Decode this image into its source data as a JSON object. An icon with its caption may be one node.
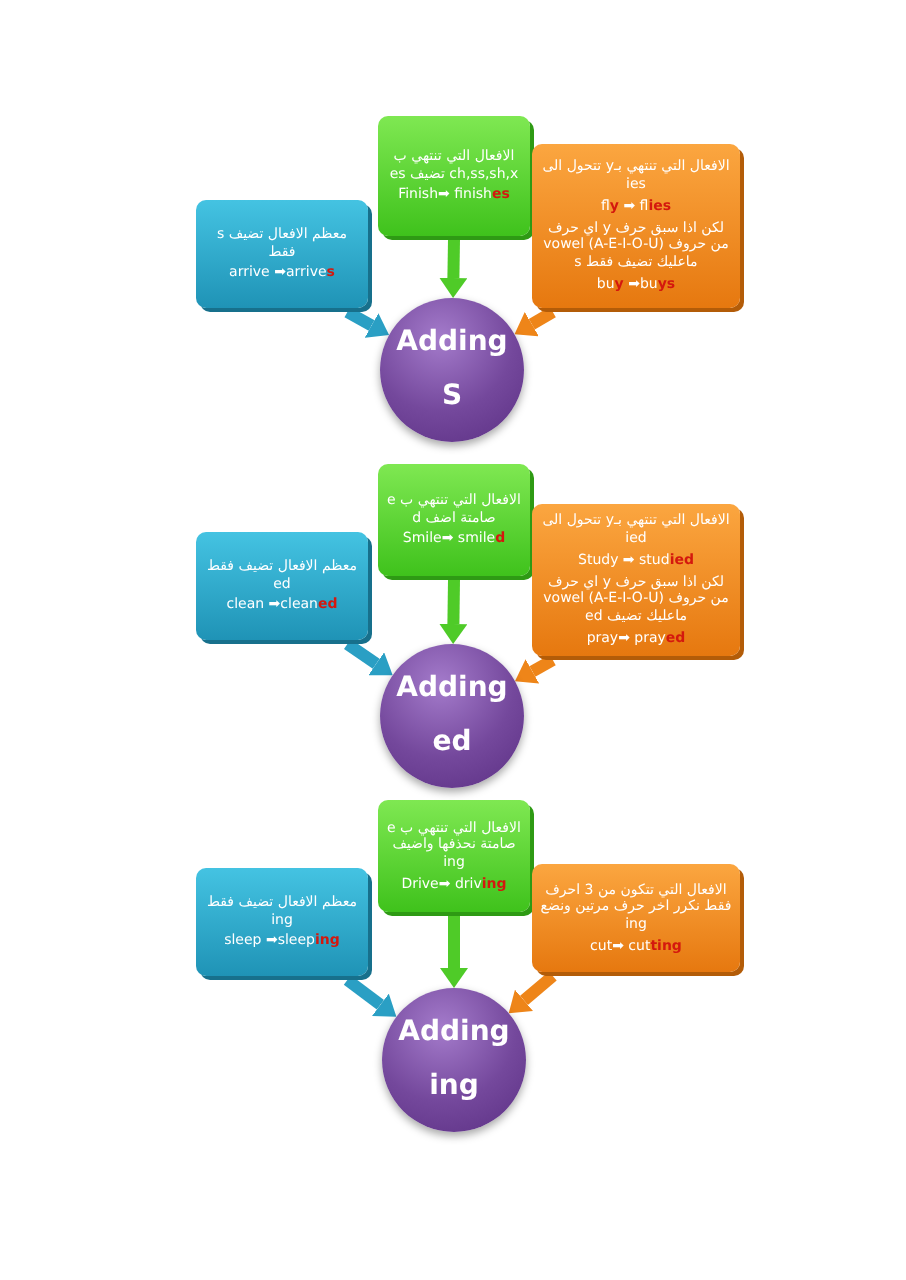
{
  "diagram": {
    "nodes": [
      {
        "text": [
          "الافعال التي تنتهي ب ch,ss,sh,x تضيف es",
          "Finish➡ finish**es**"
        ]
      },
      {
        "text": [
          "معظم الافعال تضيف s فقط",
          "arrive ➡arrive**s**"
        ]
      },
      {
        "text": [
          "الافعال التي تنتهي بـy تتحول الى ies",
          "fl**y** ➡ fl**ies**",
          "لكن اذا سبق حرف y اي حرف من حروف vowel (A-E-I-O-U) ماعليك تضيف فقط s",
          "bu**y** ➡bu**ys**"
        ]
      },
      {
        "text": [
          "Adding S"
        ]
      },
      {
        "text": [
          "الافعال التي تنتهي ب e صامتة اضف d",
          "Smile➡ smile**d**"
        ]
      },
      {
        "text": [
          "معظم الافعال تضيف فقط ed",
          "clean ➡clean**ed**"
        ]
      },
      {
        "text": [
          "الافعال التي تنتهي بـy تتحول الى ied",
          "Study ➡ stud**ied**",
          "لكن اذا سبق حرف y اي حرف من حروف vowel (A-E-I-O-U) ماعليك تضيف ed",
          "pray➡ pray**ed**"
        ]
      },
      {
        "text": [
          "Adding ed"
        ]
      },
      {
        "text": [
          "الافعال التي تنتهي ب e صامتة نحذفها واضيف ing",
          "Drive➡ driv**ing**"
        ]
      },
      {
        "text": [
          "معظم الافعال تضيف فقط ing",
          "sleep ➡sleep**ing**"
        ]
      },
      {
        "text": [
          "الافعال التي تتكون من 3 احرف فقط نكرر اخر حرف مرتين ونضع ing",
          "cut➡ cut**ting**"
        ]
      },
      {
        "text": [
          "Adding ing"
        ]
      }
    ],
    "edges": [
      {
        "from": 0,
        "to": 3,
        "arrow": "to",
        "color": "#4fcb28"
      },
      {
        "from": 1,
        "to": 3,
        "arrow": "to",
        "color": "#2a9fc4"
      },
      {
        "from": 2,
        "to": 3,
        "arrow": "to",
        "color": "#ee8519"
      },
      {
        "from": 4,
        "to": 7,
        "arrow": "to",
        "color": "#4fcb28"
      },
      {
        "from": 5,
        "to": 7,
        "arrow": "to",
        "color": "#2a9fc4"
      },
      {
        "from": 6,
        "to": 7,
        "arrow": "to",
        "color": "#ee8519"
      },
      {
        "from": 8,
        "to": 11,
        "arrow": "to",
        "color": "#4fcb28"
      },
      {
        "from": 9,
        "to": 11,
        "arrow": "to",
        "color": "#2a9fc4"
      },
      {
        "from": 10,
        "to": 11,
        "arrow": "to",
        "color": "#ee8519"
      }
    ]
  }
}
